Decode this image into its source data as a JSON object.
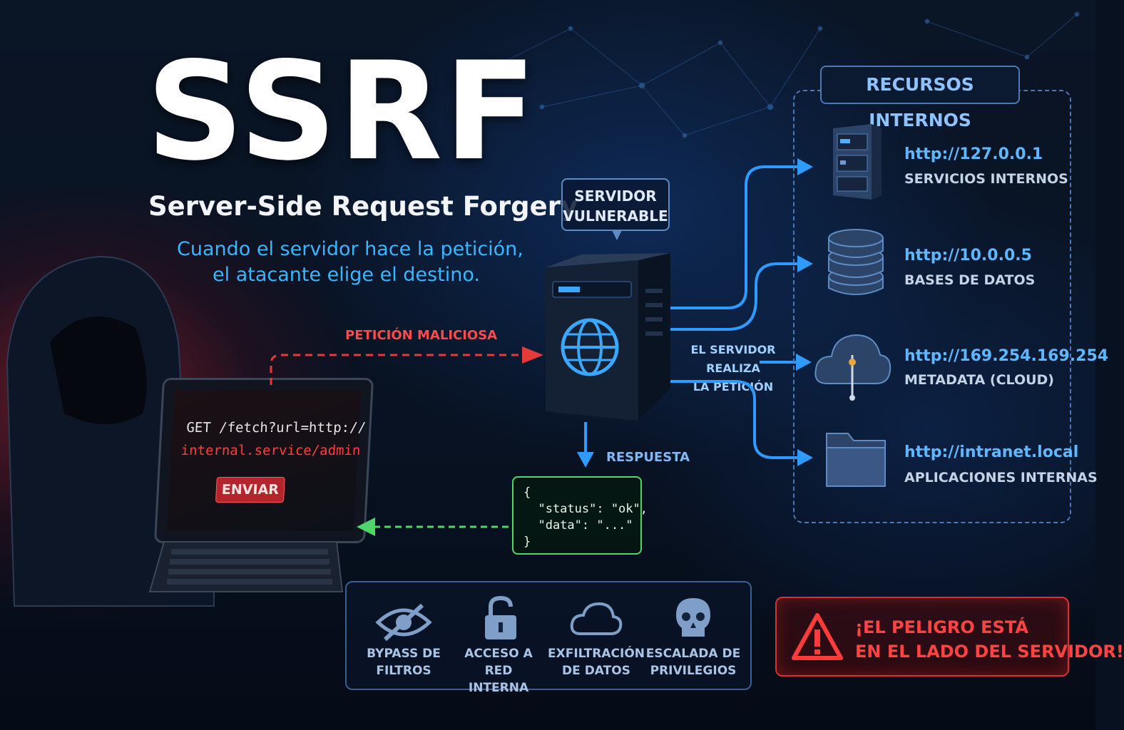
{
  "title": "SSRF",
  "subtitle": "Server-Side Request Forgery",
  "tagline": {
    "line1": "Cuando el servidor hace la petición,",
    "line2": "el atacante elige el destino."
  },
  "attacker": {
    "request_line1": "GET /fetch?url=http://",
    "request_line2": "internal.service/admin",
    "send_button": "ENVIAR"
  },
  "flow": {
    "malicious_request_label": "PETICIÓN MALICIOSA",
    "server_label_line1": "SERVIDOR",
    "server_label_line2": "VULNERABLE",
    "server_request_line1": "EL SERVIDOR REALIZA",
    "server_request_line2": "LA PETICIÓN",
    "response_label": "RESPUESTA",
    "response_body": [
      "{",
      "  \"status\": \"ok\",",
      "  \"data\": \"...\"",
      "}"
    ]
  },
  "resources": {
    "title": "RECURSOS INTERNOS",
    "items": [
      {
        "url": "http://127.0.0.1",
        "desc": "SERVICIOS INTERNOS",
        "icon": "server-rack-icon"
      },
      {
        "url": "http://10.0.0.5",
        "desc": "BASES DE DATOS",
        "icon": "database-icon"
      },
      {
        "url": "http://169.254.169.254",
        "desc": "METADATA (CLOUD)",
        "icon": "cloud-icon"
      },
      {
        "url": "http://intranet.local",
        "desc": "APLICACIONES INTERNAS",
        "icon": "folder-icon"
      }
    ]
  },
  "impacts": [
    {
      "line1": "BYPASS DE",
      "line2": "FILTROS",
      "icon": "eye-slash-icon"
    },
    {
      "line1": "ACCESO A RED",
      "line2": "INTERNA",
      "icon": "unlocked-padlock-icon"
    },
    {
      "line1": "EXFILTRACIÓN",
      "line2": "DE DATOS",
      "icon": "cloud-outline-icon"
    },
    {
      "line1": "ESCALADA DE",
      "line2": "PRIVILEGIOS",
      "icon": "skull-icon"
    }
  ],
  "warning": {
    "line1": "¡EL PELIGRO ESTÁ",
    "line2": "EN EL LADO DEL SERVIDOR!"
  },
  "colors": {
    "accent_blue": "#39b6ff",
    "danger_red": "#ff4343",
    "response_green": "#4fd66a"
  }
}
